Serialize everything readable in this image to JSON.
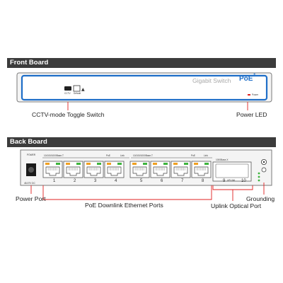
{
  "front": {
    "header": "Front Board",
    "brand_text": "Gigabit Switch",
    "poe_text": "PoE",
    "poe_sup": "+",
    "power_small": "Power",
    "cctv_small_left": "CCTV",
    "cctv_small_right": "Default",
    "label_cctv": "CCTV-mode Toggle Switch",
    "label_power_led": "Power LED"
  },
  "back": {
    "header": "Back Board",
    "power_small": "POWER",
    "dc_small": "48-57V DC",
    "group1_label": "10/100/1000Base-T",
    "group2_label": "10/100/1000Base-T",
    "poe_small": "PoE",
    "link_small": "Link",
    "sfp_label": "1000Base-X",
    "uplink_small": "UPLINK",
    "port_numbers": [
      "1",
      "2",
      "3",
      "4",
      "5",
      "6",
      "7",
      "8"
    ],
    "sfp_numbers": [
      "9",
      "10"
    ],
    "label_power_port": "Power Port",
    "label_poe_ports": "PoE Downlink Ethernet Ports",
    "label_uplink": "Uplink Optical Port",
    "label_grounding": "Grounding"
  },
  "colors": {
    "header_bg": "#3c3c3c",
    "accent_blue": "#1e6ec8",
    "port_orange": "#f0a020",
    "led_green": "#3cb43c",
    "power_led_red": "#e02020",
    "callout_red": "#e02020"
  }
}
